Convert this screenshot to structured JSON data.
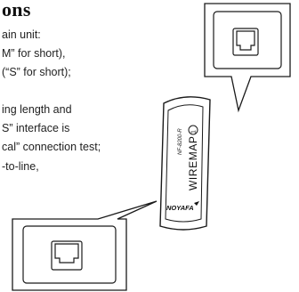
{
  "document": {
    "heading": "ons",
    "lines": [
      "ain unit:",
      "M” for short),",
      "(“S” for short);",
      "ing length and",
      "S” interface is",
      "cal” connection test;",
      "-to-line,"
    ]
  },
  "device": {
    "model": "NF-8200-R",
    "badge": "1",
    "label": "WIREMAP",
    "brand": "NOYAFA"
  }
}
